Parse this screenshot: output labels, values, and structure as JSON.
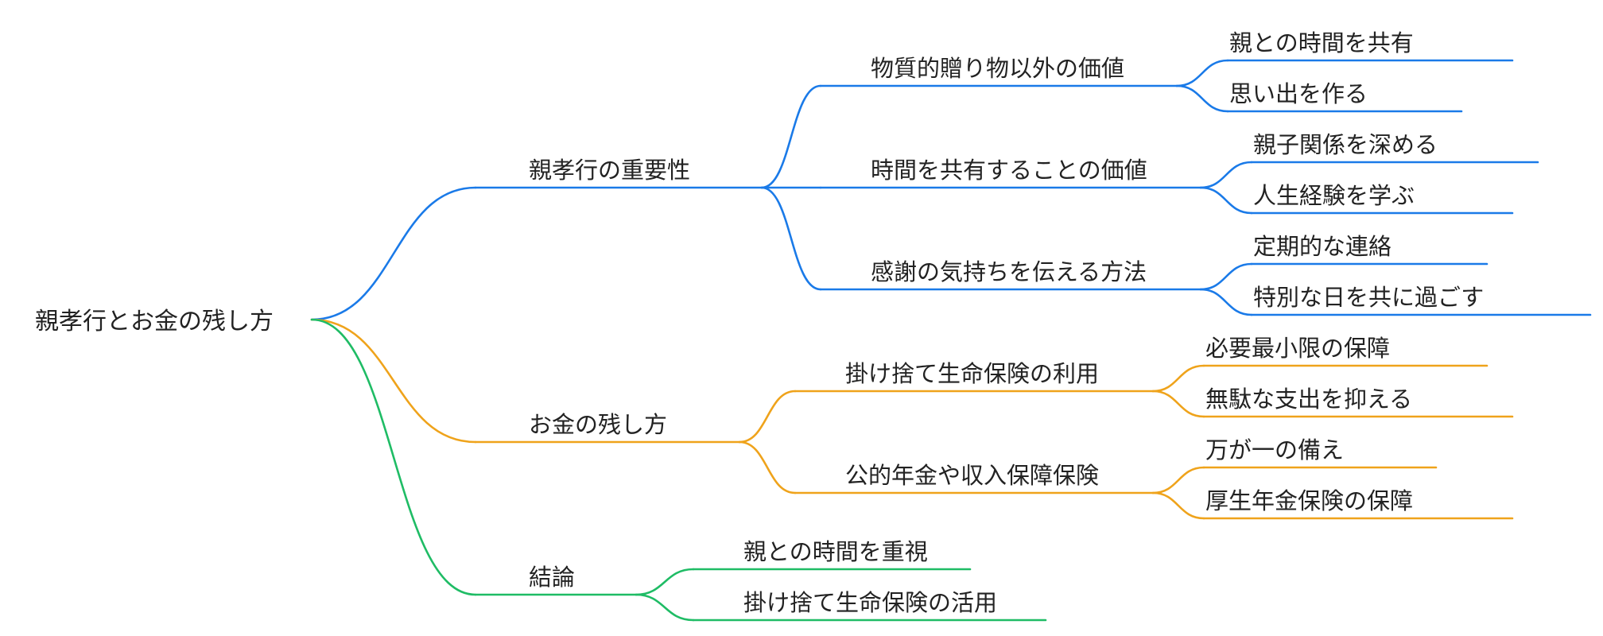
{
  "root": {
    "label": "親孝行とお金の残し方"
  },
  "colors": {
    "blue": "#1a7ae8",
    "orange": "#efa31b",
    "green": "#1fbc65"
  },
  "branches": [
    {
      "label": "親孝行の重要性",
      "color": "blue",
      "children": [
        {
          "label": "物質的贈り物以外の価値",
          "children": [
            "親との時間を共有",
            "思い出を作る"
          ]
        },
        {
          "label": "時間を共有することの価値",
          "children": [
            "親子関係を深める",
            "人生経験を学ぶ"
          ]
        },
        {
          "label": "感謝の気持ちを伝える方法",
          "children": [
            "定期的な連絡",
            "特別な日を共に過ごす"
          ]
        }
      ]
    },
    {
      "label": "お金の残し方",
      "color": "orange",
      "children": [
        {
          "label": "掛け捨て生命保険の利用",
          "children": [
            "必要最小限の保障",
            "無駄な支出を抑える"
          ]
        },
        {
          "label": "公的年金や収入保障保険",
          "children": [
            "万が一の備え",
            "厚生年金保険の保障"
          ]
        }
      ]
    },
    {
      "label": "結論",
      "color": "green",
      "children": [
        {
          "label": "親との時間を重視",
          "children": []
        },
        {
          "label": "掛け捨て生命保険の活用",
          "children": []
        }
      ]
    }
  ]
}
